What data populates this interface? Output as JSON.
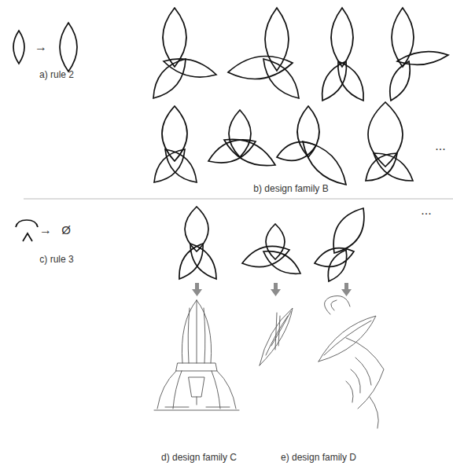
{
  "diagram": {
    "labels": [
      "→",
      "a) rule 2",
      "b) design family B",
      "...",
      "→",
      "Ø",
      "c) rule 3",
      "...",
      "d) design family C",
      "e) design family D"
    ]
  }
}
